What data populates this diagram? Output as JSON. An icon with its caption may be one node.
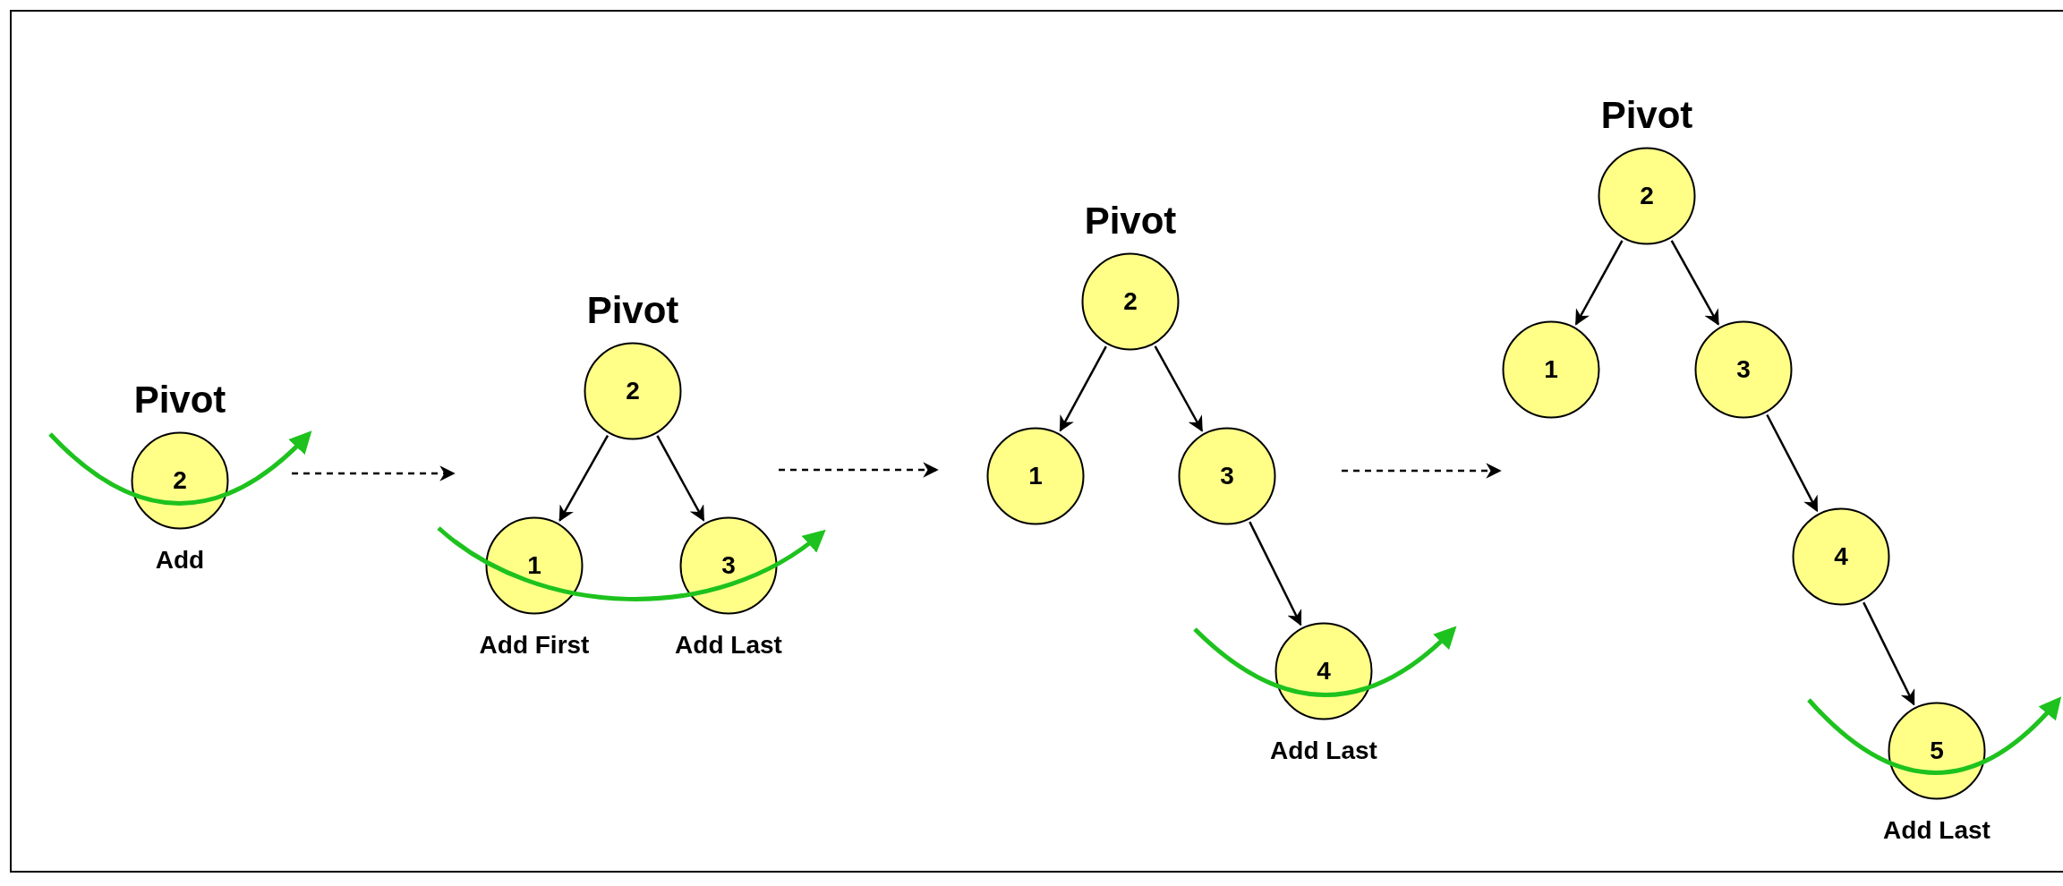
{
  "diagram": {
    "nodes": [
      {
        "text": [
          "2"
        ],
        "beside": [
          "Pivot",
          "Add"
        ]
      },
      {
        "text": [
          "2"
        ],
        "beside": [
          "Pivot"
        ]
      },
      {
        "text": [
          "1"
        ],
        "beside": [
          "Add First"
        ]
      },
      {
        "text": [
          "3"
        ],
        "beside": [
          "Add Last"
        ]
      },
      {
        "text": [
          "2"
        ],
        "beside": [
          "Pivot"
        ]
      },
      {
        "text": [
          "1"
        ]
      },
      {
        "text": [
          "3"
        ]
      },
      {
        "text": [
          "4"
        ],
        "beside": [
          "Add Last"
        ]
      },
      {
        "text": [
          "2"
        ],
        "beside": [
          "Pivot"
        ]
      },
      {
        "text": [
          "1"
        ]
      },
      {
        "text": [
          "3"
        ]
      },
      {
        "text": [
          "4"
        ]
      },
      {
        "text": [
          "5"
        ],
        "beside": [
          "Add Last"
        ]
      }
    ],
    "edges": [
      {
        "from": 1,
        "to": 2,
        "arrow": "to"
      },
      {
        "from": 1,
        "to": 3,
        "arrow": "to"
      },
      {
        "from": 4,
        "to": 5,
        "arrow": "to"
      },
      {
        "from": 4,
        "to": 6,
        "arrow": "to"
      },
      {
        "from": 6,
        "to": 7,
        "arrow": "to"
      },
      {
        "from": 8,
        "to": 9,
        "arrow": "to"
      },
      {
        "from": 8,
        "to": 10,
        "arrow": "to"
      },
      {
        "from": 10,
        "to": 11,
        "arrow": "to"
      },
      {
        "from": 11,
        "to": 12,
        "arrow": "to"
      }
    ]
  }
}
